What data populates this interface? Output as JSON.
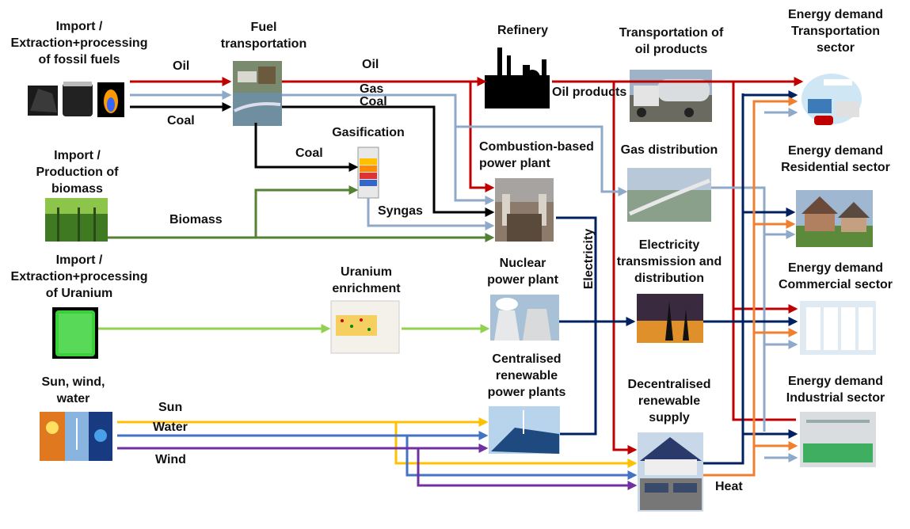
{
  "labels": {
    "import_fossil": [
      "Import /",
      "Extraction+processing",
      "of fossil fuels"
    ],
    "fuel_transport": [
      "Fuel",
      "transportation"
    ],
    "refinery": [
      "Refinery"
    ],
    "transport_oil": [
      "Transportation of",
      "oil products"
    ],
    "demand_transport": [
      "Energy demand",
      "Transportation",
      "sector"
    ],
    "gasification": [
      "Gasification"
    ],
    "combustion": [
      "Combustion-based",
      "power plant"
    ],
    "gas_distribution": [
      "Gas distribution"
    ],
    "demand_residential": [
      "Energy demand",
      "Residential sector"
    ],
    "import_biomass": [
      "Import /",
      "Production of",
      "biomass"
    ],
    "import_uranium": [
      "Import /",
      "Extraction+processing",
      "of Uranium"
    ],
    "uranium_enrichment": [
      "Uranium",
      "enrichment"
    ],
    "nuclear": [
      "Nuclear",
      "power plant"
    ],
    "electricity_td": [
      "Electricity",
      "transmission and",
      "distribution"
    ],
    "demand_commercial": [
      "Energy demand",
      "Commercial sector"
    ],
    "sun_wind_water": [
      "Sun, wind,",
      "water"
    ],
    "centralised_renewable": [
      "Centralised",
      "renewable",
      "power plants"
    ],
    "decentralised": [
      "Decentralised",
      "renewable",
      "supply"
    ],
    "demand_industrial": [
      "Energy demand",
      "Industrial sector"
    ]
  },
  "flows": {
    "oil_1": "Oil",
    "oil_2": "Oil",
    "gas": "Gas",
    "coal_1": "Coal",
    "coal_2": "Coal",
    "coal_3": "Coal",
    "oil_products": "Oil products",
    "syngas": "Syngas",
    "biomass": "Biomass",
    "electricity": "Electricity",
    "sun": "Sun",
    "water": "Water",
    "wind": "Wind",
    "heat": "Heat"
  },
  "colors": {
    "oil": "#c00000",
    "gas": "#8fa9c9",
    "coal": "#000000",
    "biomass": "#548235",
    "uranium": "#92d050",
    "electricity": "#002060",
    "sun": "#ffc000",
    "water": "#4472c4",
    "wind": "#7030a0",
    "heat": "#f08030"
  }
}
